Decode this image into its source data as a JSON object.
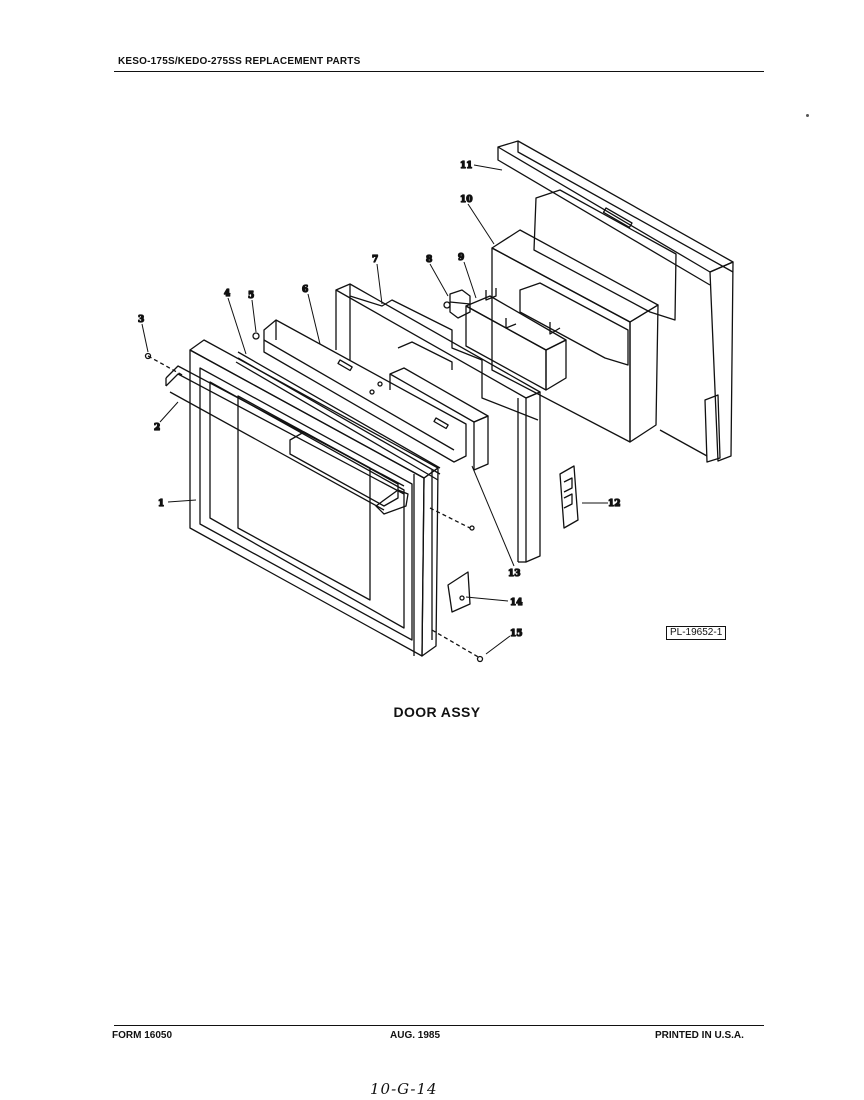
{
  "header": {
    "title": "KESO-175S/KEDO-275SS REPLACEMENT PARTS"
  },
  "diagram": {
    "caption": "DOOR ASSY",
    "reference": "PL-19652-1",
    "callouts": [
      {
        "id": "callout-1",
        "label": "1"
      },
      {
        "id": "callout-2",
        "label": "2"
      },
      {
        "id": "callout-3",
        "label": "3"
      },
      {
        "id": "callout-4",
        "label": "4"
      },
      {
        "id": "callout-5",
        "label": "5"
      },
      {
        "id": "callout-6",
        "label": "6"
      },
      {
        "id": "callout-7",
        "label": "7"
      },
      {
        "id": "callout-8",
        "label": "8"
      },
      {
        "id": "callout-9",
        "label": "9"
      },
      {
        "id": "callout-10",
        "label": "10"
      },
      {
        "id": "callout-11",
        "label": "11"
      },
      {
        "id": "callout-12",
        "label": "12"
      },
      {
        "id": "callout-13",
        "label": "13"
      },
      {
        "id": "callout-14",
        "label": "14"
      },
      {
        "id": "callout-15",
        "label": "15"
      }
    ]
  },
  "footer": {
    "form": "FORM 16050",
    "date": "AUG. 1985",
    "printed": "PRINTED IN U.S.A."
  },
  "handwritten_note": "10-G-14"
}
